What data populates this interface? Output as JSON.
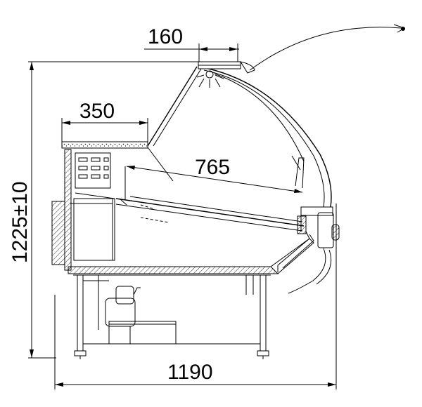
{
  "dimensions": {
    "top_width": "160",
    "counter_depth": "350",
    "shelf_depth": "765",
    "total_height": "1225±10",
    "total_width": "1190"
  }
}
